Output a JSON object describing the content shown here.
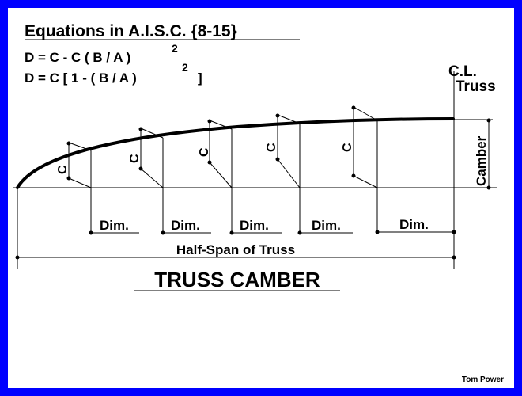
{
  "heading": "Equations in A.I.S.C. {8-15}",
  "equation1": {
    "lhs": "D = C - C ( B / A )",
    "exponent": "2"
  },
  "equation2": {
    "lhs": "D = C [ 1 - ( B / A )",
    "exponent": "2",
    "close": "]"
  },
  "cl_label": "C.L.",
  "truss_label": "Truss",
  "camber_label": "Camber",
  "c_label": "C",
  "dim_label": "Dim.",
  "half_span_label": "Half-Span of Truss",
  "title": "TRUSS CAMBER",
  "author": "Tom Power"
}
